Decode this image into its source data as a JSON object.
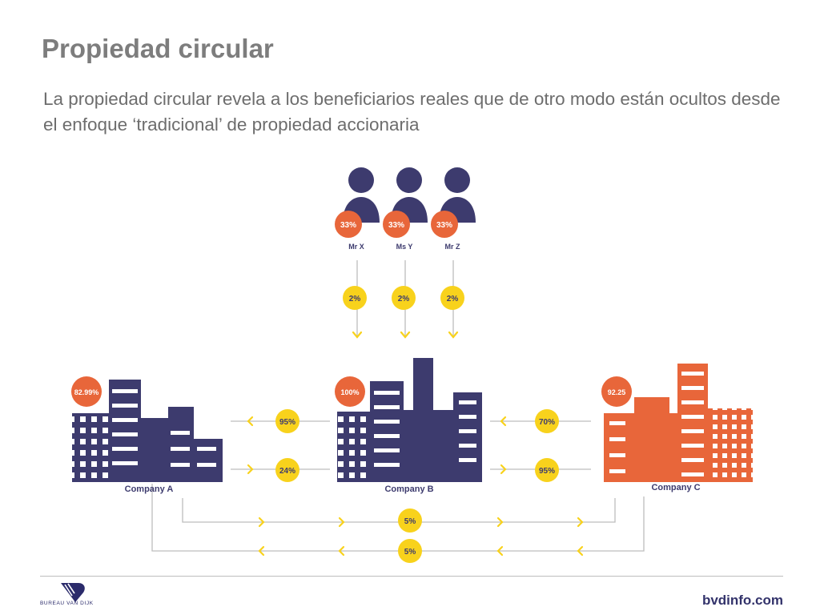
{
  "title": "Propiedad circular",
  "subtitle": "La propiedad circular revela a los beneficiarios reales que de otro modo están ocultos desde el enfoque ‘tradicional’ de propiedad accionaria",
  "persons": [
    {
      "label": "Mr X",
      "share": "33%",
      "stake": "2%"
    },
    {
      "label": "Ms Y",
      "share": "33%",
      "stake": "2%"
    },
    {
      "label": "Mr Z",
      "share": "33%",
      "stake": "2%"
    }
  ],
  "companies": {
    "a": {
      "label": "Company A",
      "share": "82.99%"
    },
    "b": {
      "label": "Company B",
      "share": "100%"
    },
    "c": {
      "label": "Company C",
      "share": "92.25"
    }
  },
  "links": {
    "b_to_a_top": "95%",
    "a_to_b_bottom": "24%",
    "b_to_c_top": "70%",
    "c_to_b_bottom": "95%",
    "a_to_c": "5%",
    "c_to_a": "5%"
  },
  "footer": {
    "logo_text": "BUREAU VAN DIJK",
    "site": "bvdinfo.com"
  },
  "colors": {
    "navy": "#3d3b6e",
    "orange": "#e8663a",
    "yellow": "#f8d21c",
    "line": "#bdbdbd"
  }
}
